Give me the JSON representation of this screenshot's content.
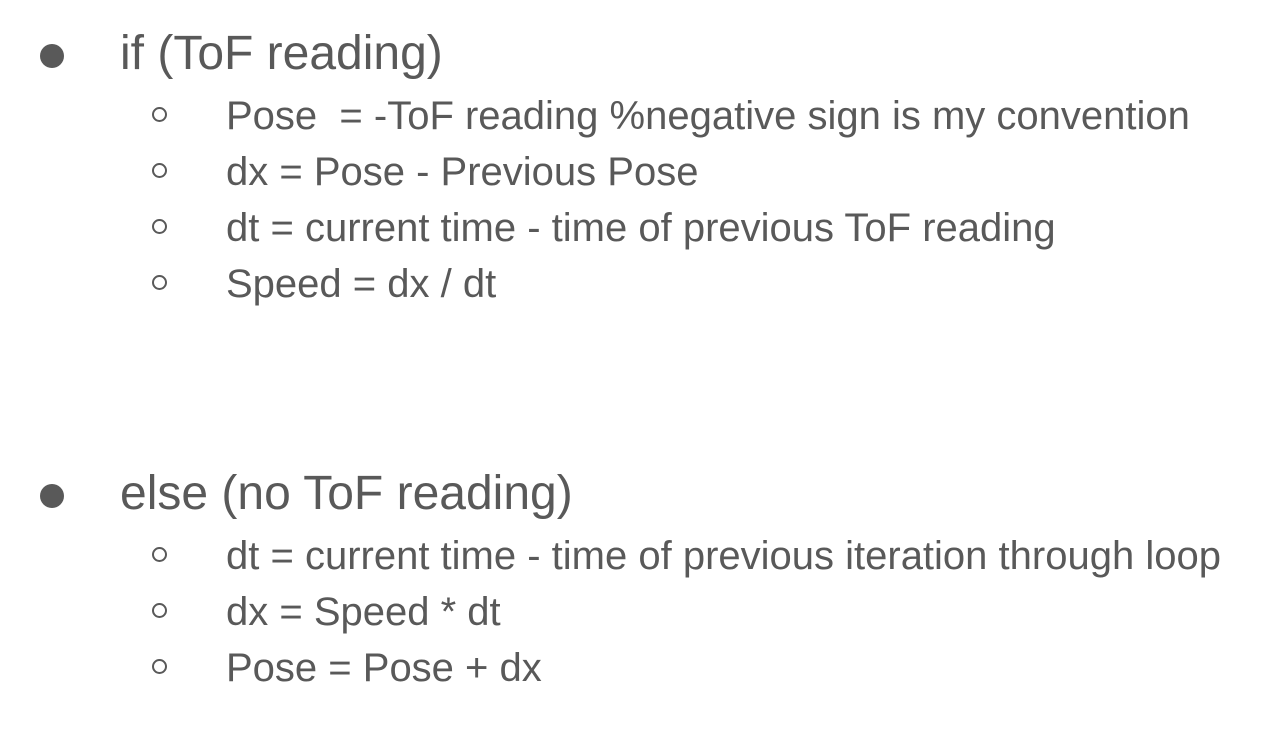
{
  "if_block": {
    "heading": "if (ToF reading)",
    "items": [
      "Pose  = -ToF reading %negative sign is my convention",
      "dx = Pose - Previous Pose",
      "dt = current time - time of previous ToF reading",
      "Speed = dx / dt"
    ]
  },
  "else_block": {
    "heading": "else (no ToF reading)",
    "items": [
      "dt = current time - time of previous iteration through loop",
      "dx = Speed * dt",
      "Pose = Pose + dx"
    ]
  }
}
